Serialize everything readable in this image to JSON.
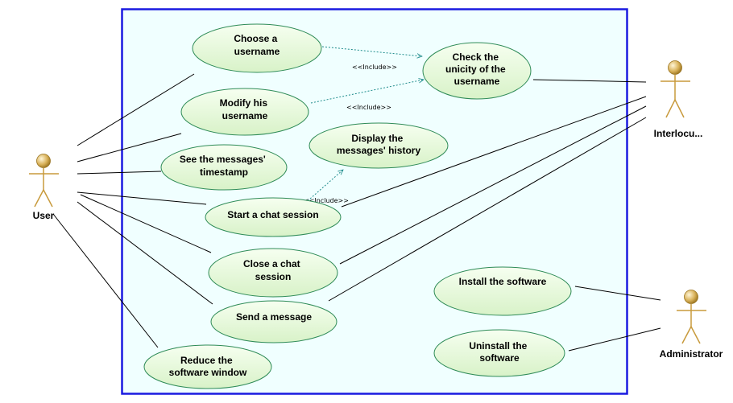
{
  "colors": {
    "boundary": "#1a1ae0",
    "system_fill": "#f0ffff",
    "usecase_fill_light": "#f6fff0",
    "usecase_fill_dark": "#d8f2c8",
    "usecase_stroke": "#2e8b57",
    "include_line": "#1f8c8c",
    "actor_head": "#d9b25a"
  },
  "actors": {
    "user": {
      "label": "User"
    },
    "interlocutor": {
      "label": "Interlocu..."
    },
    "administrator": {
      "label": "Administrator"
    }
  },
  "use_cases": {
    "choose_username": {
      "lines": [
        "Choose a",
        "username"
      ]
    },
    "modify_username": {
      "lines": [
        "Modify his",
        "username"
      ]
    },
    "see_timestamp": {
      "lines": [
        "See the messages'",
        "timestamp"
      ]
    },
    "start_chat": {
      "lines": [
        "Start a chat session"
      ]
    },
    "close_chat": {
      "lines": [
        "Close a chat",
        "session"
      ]
    },
    "send_message": {
      "lines": [
        "Send a message"
      ]
    },
    "reduce_window": {
      "lines": [
        "Reduce the",
        "software window"
      ]
    },
    "check_unicity": {
      "lines": [
        "Check the",
        "unicity of the",
        "username"
      ]
    },
    "display_history": {
      "lines": [
        "Display the",
        "messages' history"
      ]
    },
    "install_software": {
      "lines": [
        "Install the software"
      ]
    },
    "uninstall_software": {
      "lines": [
        "Uninstall the",
        "software"
      ]
    }
  },
  "relations": {
    "include_1": "<<Include>>",
    "include_2": "<<Include>>",
    "include_3": "<<Include>>"
  }
}
